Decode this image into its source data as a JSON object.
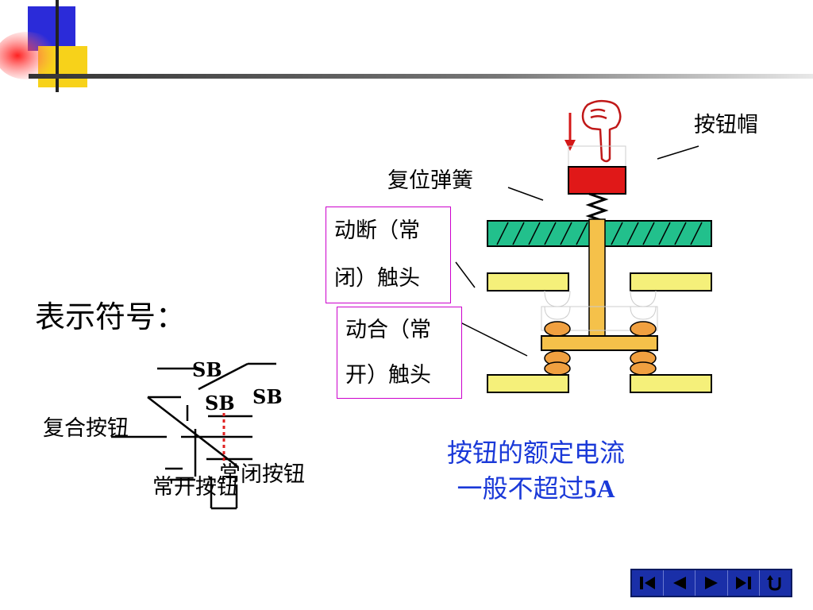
{
  "labels": {
    "button_cap": "按钮帽",
    "reset_spring": "复位弹簧",
    "nc_contact_line1": "动断（常",
    "nc_contact_line2": "闭）触头",
    "no_contact_line1": "动合（常",
    "no_contact_line2": "开）触头",
    "symbol_title": "表示符号：",
    "sb_top": "SB",
    "sb_mid": "SB",
    "sb_right": "SB",
    "compound_button": "复合按钮",
    "nc_button": "常闭按钮",
    "no_button": "常开按钮",
    "note_line1": "按钮的额定电流",
    "note_line2_prefix": "一般不超过",
    "note_line2_value": "5A"
  },
  "colors": {
    "cap_red": "#e01818",
    "stem_orange": "#f5c14a",
    "base_green": "#22c08c",
    "contact_yellow": "#f5f07a",
    "contact_orange": "#f0a040",
    "note_blue": "#1a39d8",
    "box_border": "#cc00cc",
    "arrow_red": "#d41818",
    "hand_red": "#c01818"
  },
  "nav": {
    "buttons": [
      "first-icon",
      "prev-icon",
      "next-icon",
      "last-icon",
      "return-icon"
    ]
  }
}
